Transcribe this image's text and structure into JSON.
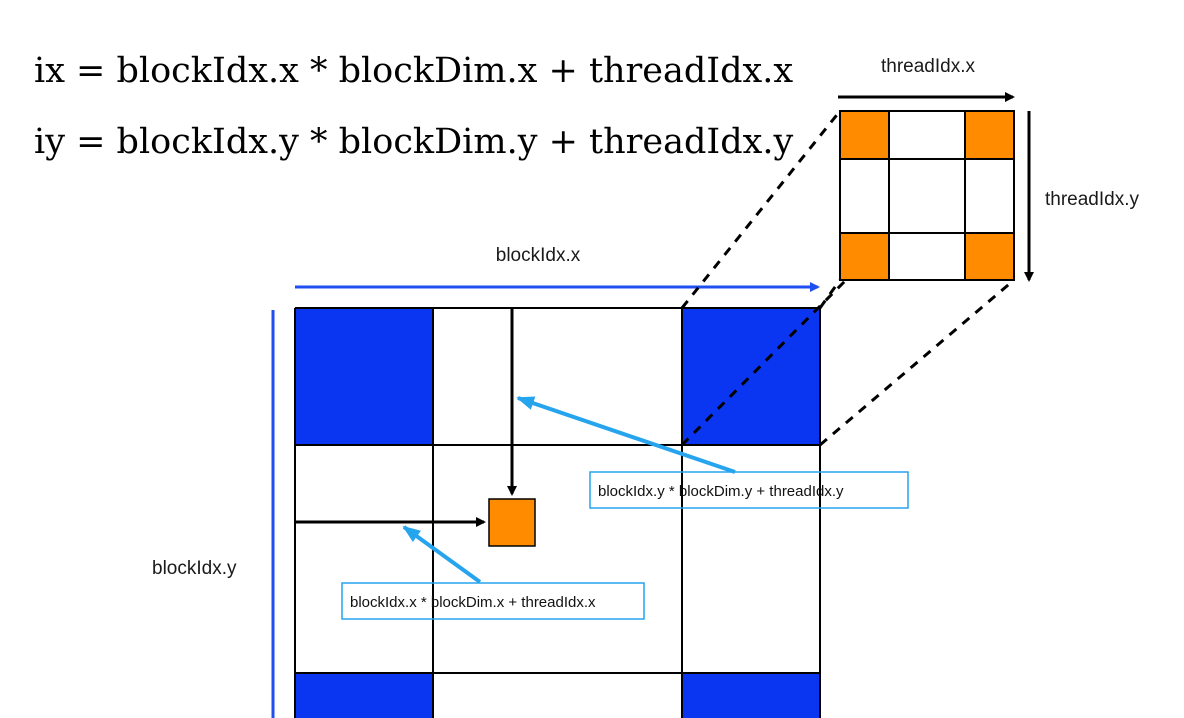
{
  "formulas": {
    "ix": "ix = blockIdx.x * blockDim.x + threadIdx.x",
    "iy": "iy = blockIdx.y * blockDim.y + threadIdx.y"
  },
  "labels": {
    "block_x": "blockIdx.x",
    "block_y": "blockIdx.y",
    "thread_x": "threadIdx.x",
    "thread_y": "threadIdx.y"
  },
  "callouts": {
    "y_expr": "blockIdx.y * blockDim.y + threadIdx.y",
    "x_expr": "blockIdx.x * blockDim.x + threadIdx.x"
  },
  "colors": {
    "block_fill": "#0a36f2",
    "thread_fill": "#ff8c00",
    "axis_arrow": "#1f4ff0",
    "callout": "#27a4ee",
    "line": "#000000"
  }
}
